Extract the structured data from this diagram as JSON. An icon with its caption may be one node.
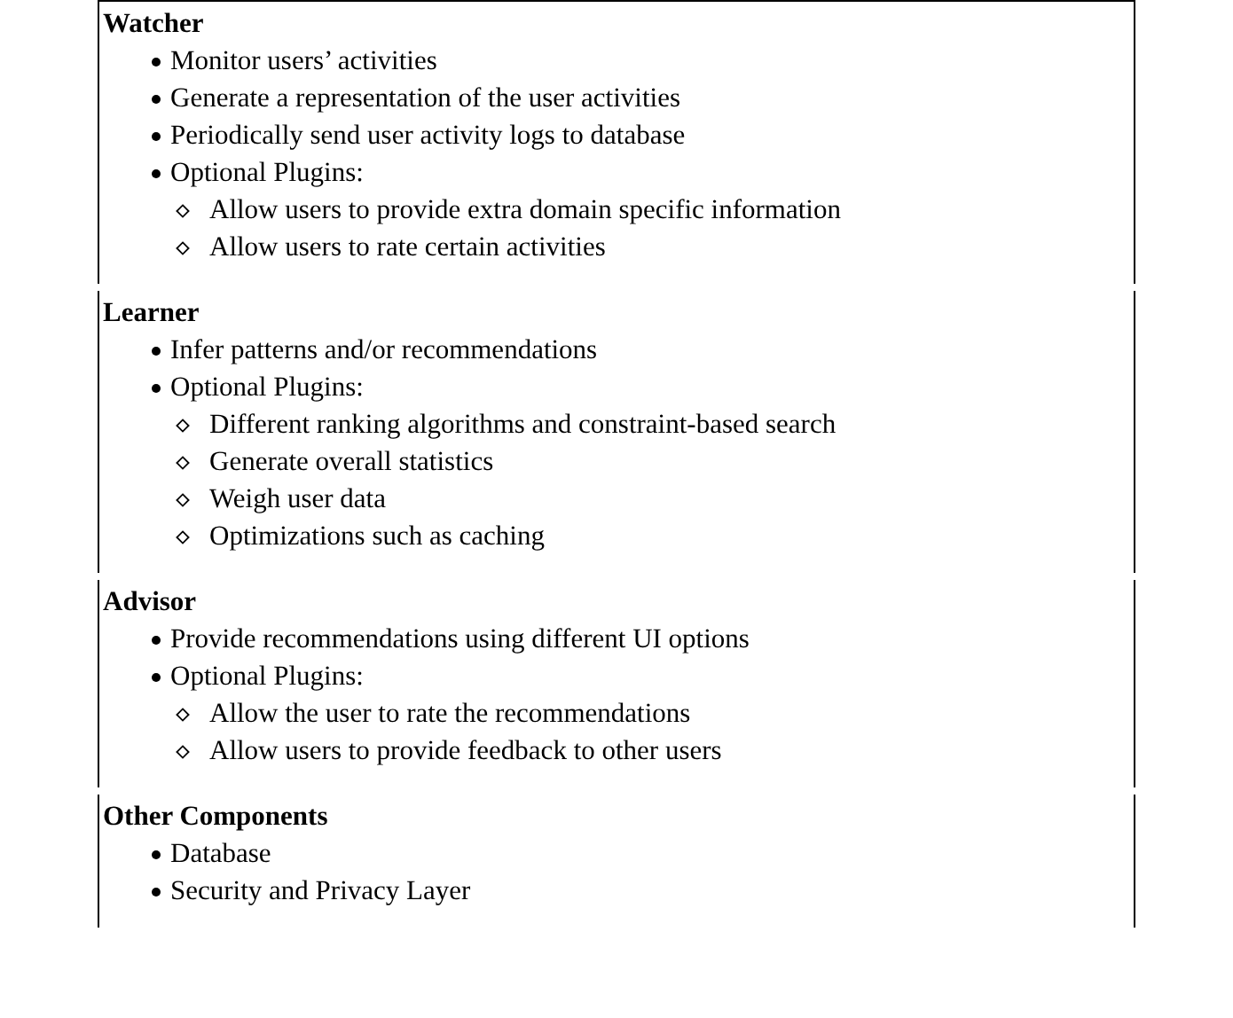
{
  "diagram": {
    "nodes": [
      {
        "text": [
          "Watcher",
          "Monitor users’ activities",
          "Generate a representation of the user activities",
          "Periodically send user activity logs to database",
          "Optional Plugins:",
          "Allow users to provide extra domain specific information",
          "Allow users to rate certain activities"
        ]
      },
      {
        "text": [
          "Learner",
          "Infer patterns and/or recommendations",
          "Optional Plugins:",
          "Different ranking algorithms and constraint-based search",
          "Generate overall statistics",
          "Weigh user data",
          "Optimizations such as caching"
        ]
      },
      {
        "text": [
          "Advisor",
          "Provide recommendations using different UI options",
          "Optional Plugins:",
          "Allow the user to rate the recommendations",
          "Allow users to provide feedback to other users"
        ]
      },
      {
        "text": [
          "Other Components",
          "Database",
          "Security and Privacy Layer"
        ]
      }
    ]
  }
}
